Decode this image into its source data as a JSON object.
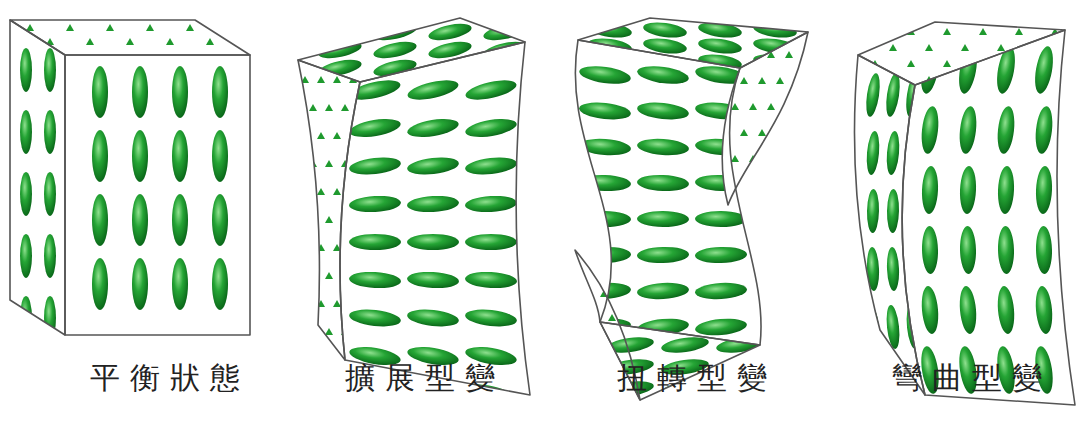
{
  "diagram": {
    "labels": [
      "平衡狀態",
      "擴展型變",
      "扭轉型變",
      "彎曲型變"
    ]
  }
}
